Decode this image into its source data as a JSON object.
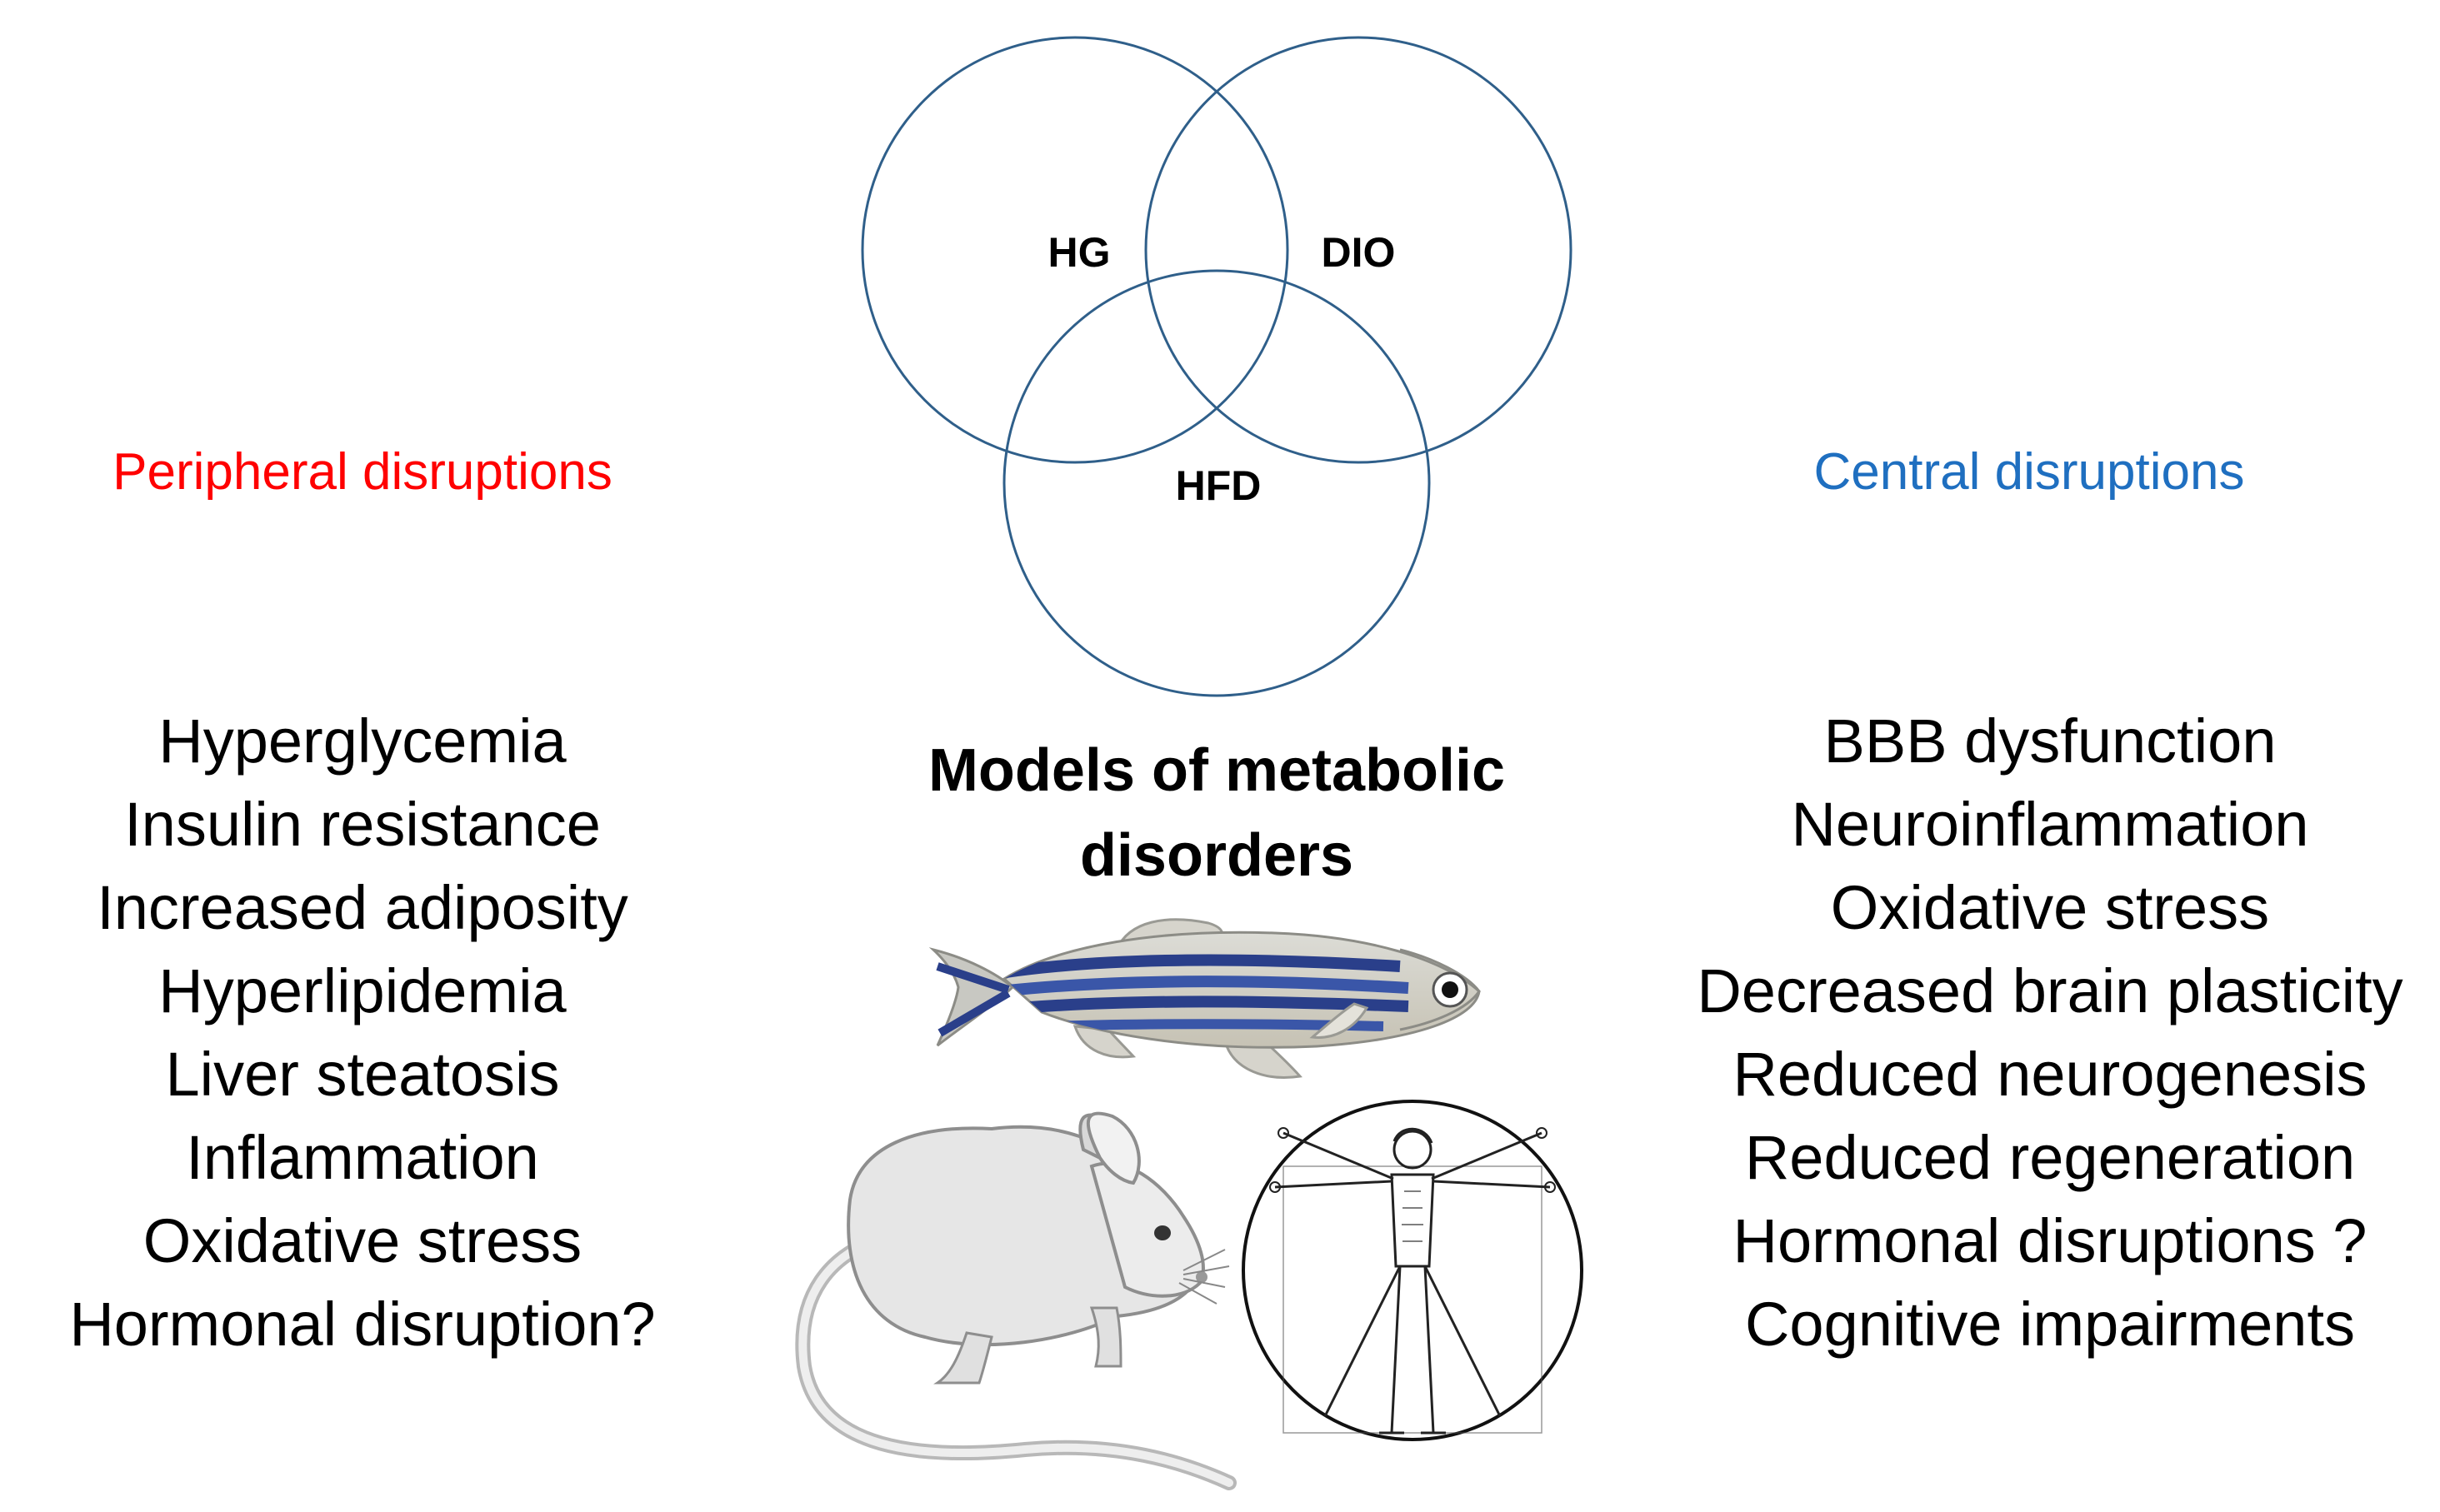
{
  "venn": {
    "sets": [
      "HG",
      "DIO",
      "HFD"
    ],
    "stroke_color": "#2f5f8a"
  },
  "peripheral": {
    "title": "Peripheral disruptions",
    "title_color": "#ff0000",
    "items": [
      "Hyperglycemia",
      "Insulin resistance",
      "Increased adiposity",
      "Hyperlipidemia",
      "Liver steatosis",
      "Inflammation",
      "Oxidative stress",
      "Hormonal disruption?"
    ]
  },
  "central": {
    "title": "Central disruptions",
    "title_color": "#1f6fc0",
    "items": [
      "BBB dysfunction",
      "Neuroinflammation",
      "Oxidative stress",
      "Decreased brain plasticity",
      "Reduced neurogenesis",
      "Reduced regeneration",
      "Hormonal disruptions ?",
      "Cognitive impairments"
    ]
  },
  "center": {
    "title_line1": "Models of metabolic",
    "title_line2": "disorders"
  },
  "illustrations": {
    "fish": "zebrafish-icon",
    "mouse": "mouse-icon",
    "human": "vitruvian-man-icon"
  }
}
